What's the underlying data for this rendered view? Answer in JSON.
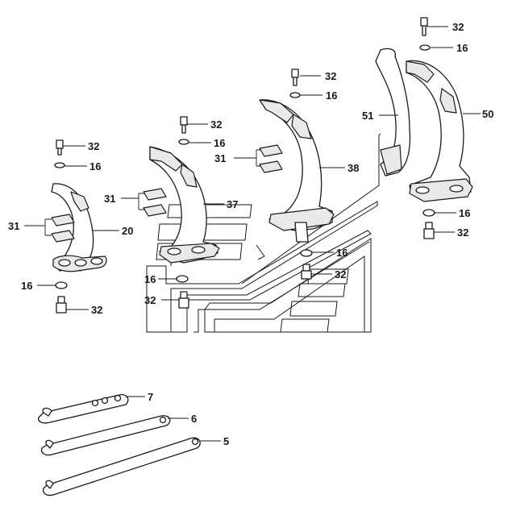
{
  "callouts": [
    {
      "id": "c-32-a",
      "text": "32"
    },
    {
      "id": "c-16-a",
      "text": "16"
    },
    {
      "id": "c-32-b",
      "text": "32"
    },
    {
      "id": "c-16-b",
      "text": "16"
    },
    {
      "id": "c-32-c",
      "text": "32"
    },
    {
      "id": "c-16-c",
      "text": "16"
    },
    {
      "id": "c-32-d",
      "text": "32"
    },
    {
      "id": "c-16-d",
      "text": "16"
    },
    {
      "id": "c-51",
      "text": "51"
    },
    {
      "id": "c-50",
      "text": "50"
    },
    {
      "id": "c-31-a",
      "text": "31"
    },
    {
      "id": "c-38",
      "text": "38"
    },
    {
      "id": "c-31-b",
      "text": "31"
    },
    {
      "id": "c-37",
      "text": "37"
    },
    {
      "id": "c-16-e",
      "text": "16"
    },
    {
      "id": "c-32-e",
      "text": "32"
    },
    {
      "id": "c-31-c",
      "text": "31"
    },
    {
      "id": "c-20",
      "text": "20"
    },
    {
      "id": "c-16-f",
      "text": "16"
    },
    {
      "id": "c-32-f",
      "text": "32"
    },
    {
      "id": "c-16-g",
      "text": "16"
    },
    {
      "id": "c-32-g",
      "text": "32"
    },
    {
      "id": "c-16-h",
      "text": "16"
    },
    {
      "id": "c-32-h",
      "text": "32"
    },
    {
      "id": "c-7",
      "text": "7"
    },
    {
      "id": "c-6",
      "text": "6"
    },
    {
      "id": "c-5",
      "text": "5"
    }
  ]
}
